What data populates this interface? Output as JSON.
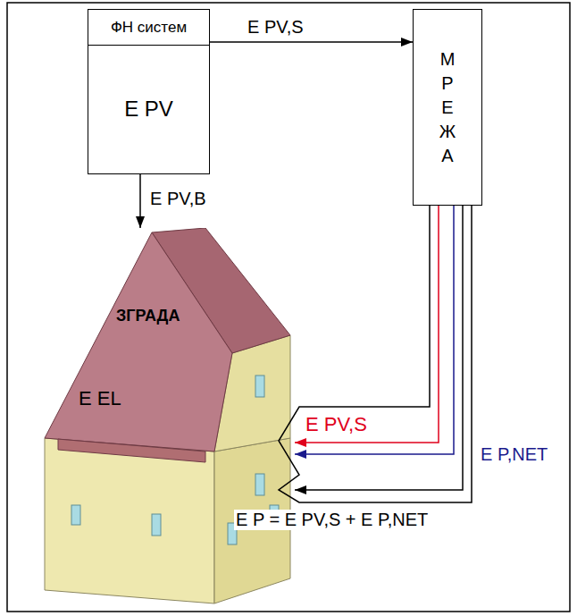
{
  "diagram": {
    "nodes": [
      {
        "text": [
          "ФН систем",
          "E PV"
        ]
      },
      {
        "text": [
          "МРЕЖА"
        ]
      },
      {
        "text": [
          "ЗГРАДА",
          "E EL"
        ]
      }
    ],
    "edges": [
      {
        "from": 0,
        "to": 1,
        "arrow": "to",
        "label": "E PV,S"
      },
      {
        "from": 0,
        "to": 2,
        "arrow": "to",
        "label": "E PV,B"
      },
      {
        "from": 1,
        "to": 2,
        "arrow": "to",
        "label": "E PV,S"
      },
      {
        "from": 1,
        "to": 2,
        "arrow": "to",
        "label": "E P,NET"
      },
      {
        "from": 1,
        "to": 2,
        "arrow": "to",
        "label": "E P = E PV,S + E P,NET"
      }
    ]
  }
}
